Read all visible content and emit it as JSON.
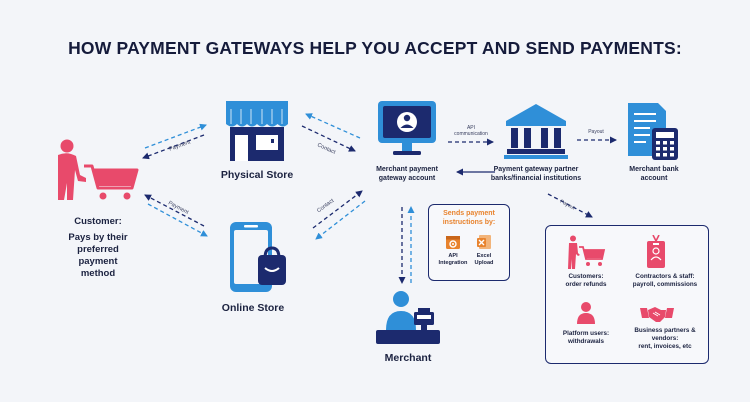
{
  "title": "HOW PAYMENT GATEWAYS HELP YOU ACCEPT AND SEND PAYMENTS:",
  "nodes": {
    "customer": {
      "label": "Customer:",
      "sub1": "Pays by their",
      "sub2": "preferred",
      "sub3": "payment",
      "sub4": "method"
    },
    "physical_store": "Physical Store",
    "online_store": "Online Store",
    "gateway_account": {
      "line1": "Merchant payment",
      "line2": "gateway account"
    },
    "partner_banks": {
      "line1": "Payment gateway partner",
      "line2": "banks/financial institutions"
    },
    "merchant_bank": {
      "line1": "Merchant bank",
      "line2": "account"
    },
    "merchant": "Merchant"
  },
  "arrows": {
    "payment_top": "Payment",
    "payment_bottom": "Payment",
    "contact_top": "Contact",
    "contact_bottom": "Contact",
    "api": {
      "line1": "API",
      "line2": "communication"
    },
    "payout_right": "Payout",
    "payout_down": "Payout"
  },
  "instructions": {
    "heading1": "Sends payment",
    "heading2": "instructions by:",
    "api": {
      "line1": "API",
      "line2": "Integration"
    },
    "excel": {
      "line1": "Excel",
      "line2": "Upload"
    }
  },
  "payouts": {
    "customers": {
      "line1": "Customers:",
      "line2": "order refunds"
    },
    "contractors": {
      "line1": "Contractors & staff:",
      "line2": "payroll, commissions"
    },
    "platform": {
      "line1": "Platform users:",
      "line2": "withdrawals"
    },
    "partners": {
      "line1": "Business partners &",
      "line2": "vendors:",
      "line3": "rent, invoices, etc"
    }
  },
  "colors": {
    "navy": "#1c2a6e",
    "blue": "#2f8fd8",
    "pink": "#e84a6b",
    "orange": "#e8832e",
    "background": "#f3f5f9"
  }
}
